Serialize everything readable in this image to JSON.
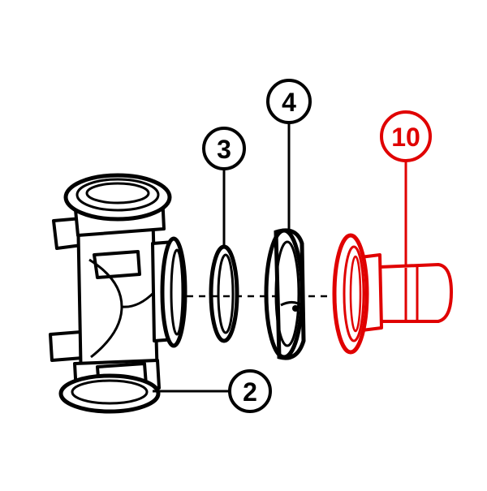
{
  "diagram": {
    "callouts": [
      {
        "id": "part-2",
        "label": "2",
        "color": "#000000"
      },
      {
        "id": "part-3",
        "label": "3",
        "color": "#000000"
      },
      {
        "id": "part-4",
        "label": "4",
        "color": "#000000"
      },
      {
        "id": "part-10",
        "label": "10",
        "color": "#e00000"
      }
    ],
    "colors": {
      "line": "#000000",
      "highlight": "#e00000",
      "background": "#ffffff"
    }
  }
}
